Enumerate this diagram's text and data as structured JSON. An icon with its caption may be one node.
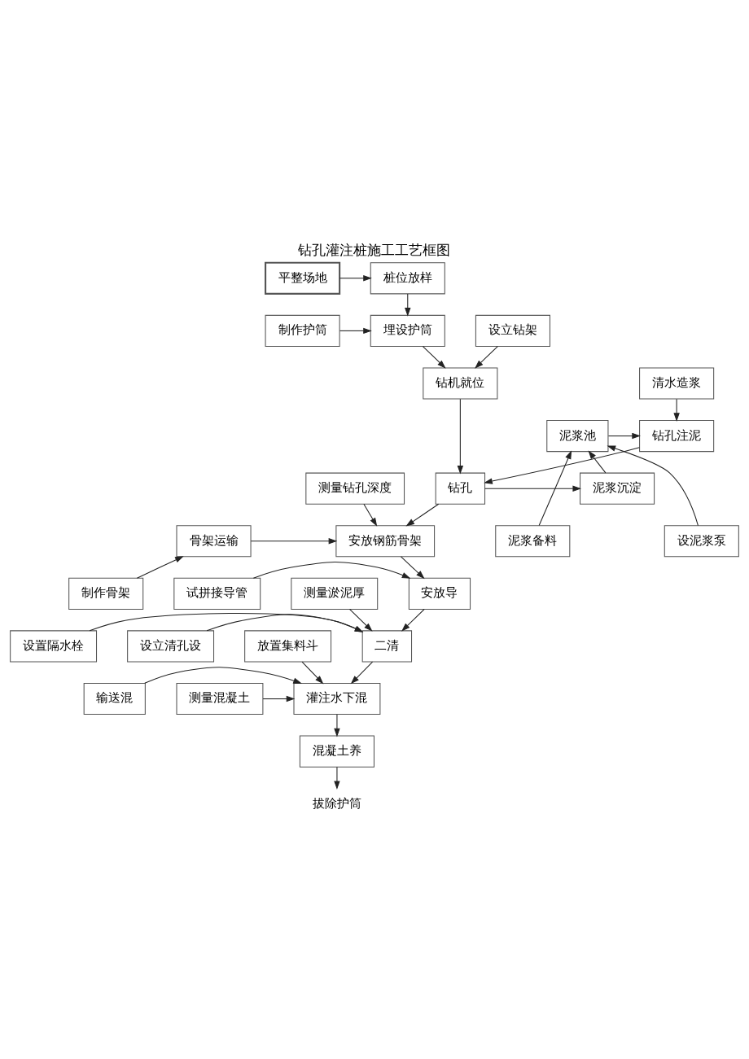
{
  "diagram": {
    "title": "钻孔灌注桩施工工艺框图",
    "nodes": [
      {
        "text": [
          "平整场地"
        ]
      },
      {
        "text": [
          "桩位放样"
        ]
      },
      {
        "text": [
          "制作护筒"
        ]
      },
      {
        "text": [
          "埋设护筒"
        ]
      },
      {
        "text": [
          "设立钻架"
        ]
      },
      {
        "text": [
          "钻机就位"
        ]
      },
      {
        "text": [
          "清水造浆"
        ]
      },
      {
        "text": [
          "钻孔注泥"
        ]
      },
      {
        "text": [
          "泥浆池"
        ]
      },
      {
        "text": [
          "钻孔"
        ]
      },
      {
        "text": [
          "测量钻孔深度"
        ]
      },
      {
        "text": [
          "泥浆沉淀"
        ]
      },
      {
        "text": [
          "骨架运输"
        ]
      },
      {
        "text": [
          "安放钢筋骨架"
        ]
      },
      {
        "text": [
          "设泥浆泵"
        ]
      },
      {
        "text": [
          "泥浆备料"
        ]
      },
      {
        "text": [
          "制作骨架"
        ]
      },
      {
        "text": [
          "安放导"
        ]
      },
      {
        "text": [
          "试拼接导管"
        ]
      },
      {
        "text": [
          "测量淤泥厚"
        ]
      },
      {
        "text": [
          "设立清孔设"
        ]
      },
      {
        "text": [
          "二清"
        ]
      },
      {
        "text": [
          "设置隔水栓"
        ]
      },
      {
        "text": [
          "放置集料斗"
        ]
      },
      {
        "text": [
          "测量混凝土"
        ]
      },
      {
        "text": [
          "灌注水下混"
        ]
      },
      {
        "text": [
          "输送混"
        ]
      },
      {
        "text": [
          "混凝土养"
        ]
      },
      {
        "text": [
          "拔除护筒"
        ]
      }
    ],
    "edges": [
      {
        "from": 0,
        "to": 1,
        "arrow": "to"
      },
      {
        "from": 1,
        "to": 3,
        "arrow": "to"
      },
      {
        "from": 2,
        "to": 3,
        "arrow": "to"
      },
      {
        "from": 3,
        "to": 5,
        "arrow": "to"
      },
      {
        "from": 4,
        "to": 5,
        "arrow": "to"
      },
      {
        "from": 5,
        "to": 9,
        "arrow": "to"
      },
      {
        "from": 6,
        "to": 7,
        "arrow": "to"
      },
      {
        "from": 8,
        "to": 7,
        "arrow": "to"
      },
      {
        "from": 7,
        "to": 9,
        "arrow": "to"
      },
      {
        "from": 9,
        "to": 11,
        "arrow": "to"
      },
      {
        "from": 11,
        "to": 8,
        "arrow": "to"
      },
      {
        "from": 14,
        "to": 8,
        "arrow": "to"
      },
      {
        "from": 15,
        "to": 8,
        "arrow": "to"
      },
      {
        "from": 9,
        "to": 13,
        "arrow": "to"
      },
      {
        "from": 10,
        "to": 13,
        "arrow": "to"
      },
      {
        "from": 12,
        "to": 13,
        "arrow": "to"
      },
      {
        "from": 16,
        "to": 12,
        "arrow": "to"
      },
      {
        "from": 13,
        "to": 17,
        "arrow": "to"
      },
      {
        "from": 18,
        "to": 17,
        "arrow": "to"
      },
      {
        "from": 17,
        "to": 21,
        "arrow": "to"
      },
      {
        "from": 19,
        "to": 21,
        "arrow": "to"
      },
      {
        "from": 20,
        "to": 21,
        "arrow": "to"
      },
      {
        "from": 22,
        "to": 21,
        "arrow": "to"
      },
      {
        "from": 21,
        "to": 25,
        "arrow": "to"
      },
      {
        "from": 23,
        "to": 25,
        "arrow": "to"
      },
      {
        "from": 24,
        "to": 25,
        "arrow": "to"
      },
      {
        "from": 26,
        "to": 25,
        "arrow": "to"
      },
      {
        "from": 25,
        "to": 27,
        "arrow": "to"
      },
      {
        "from": 27,
        "to": 28,
        "arrow": "to"
      }
    ]
  }
}
